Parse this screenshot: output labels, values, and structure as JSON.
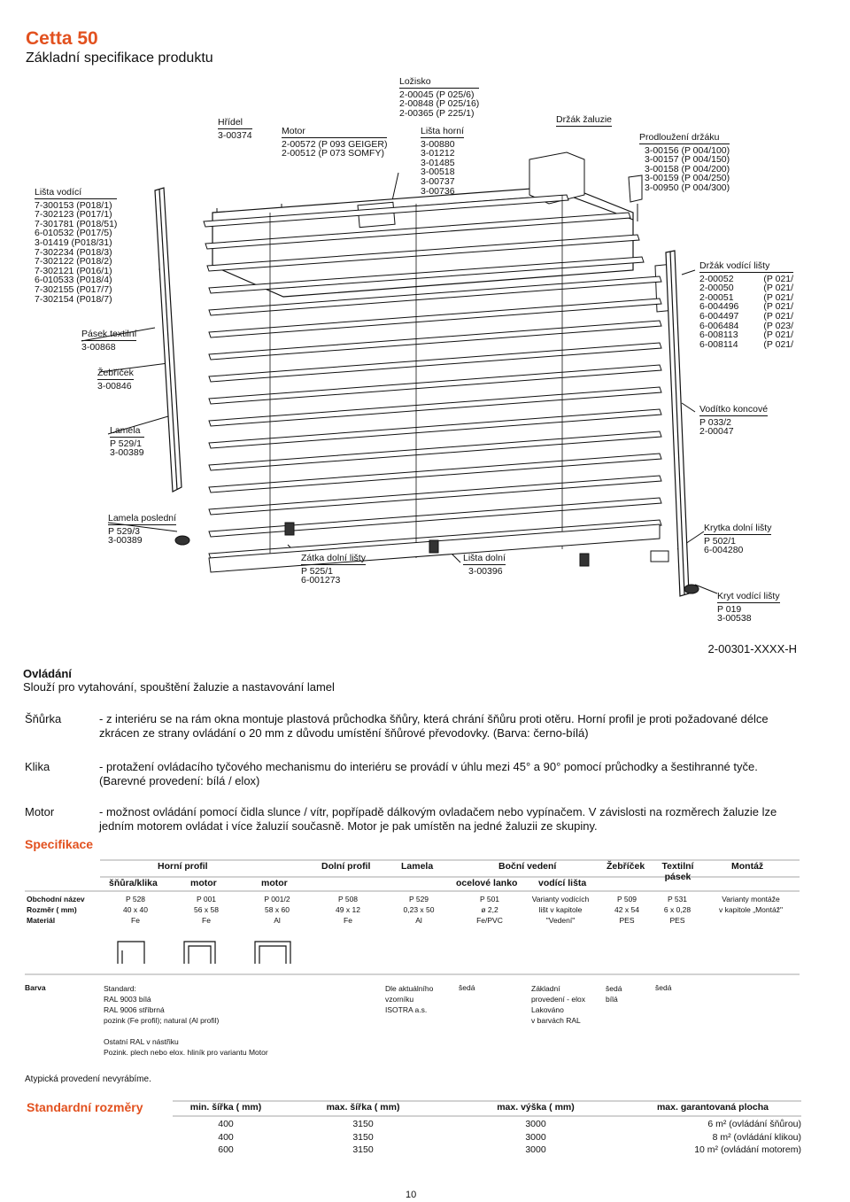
{
  "header": {
    "title": "Cetta 50",
    "subtitle": "Základní specifikace produktu"
  },
  "diagram": {
    "lozisko": {
      "title": "Ložisko",
      "codes": [
        "2-00045 (P 025/6)",
        "2-00848 (P 025/16)",
        "2-00365 (P 225/1)"
      ]
    },
    "lista_horni": {
      "title": "Lišta horní",
      "codes": [
        "3-00880",
        "3-01212",
        "3-01485",
        "3-00518",
        "3-00737",
        "3-00736"
      ]
    },
    "hridel": {
      "title": "Hřídel",
      "codes": [
        "3-00374"
      ]
    },
    "motor": {
      "title": "Motor",
      "codes": [
        "2-00572 (P 093 GEIGER)",
        "2-00512 (P 073 SOMFY)"
      ]
    },
    "drzak_zaluzie": {
      "title": "Držák žaluzie",
      "codes": []
    },
    "prodlouzeni": {
      "title": "Prodloužení držáku",
      "codes": [
        "3-00156 (P 004/100)",
        "3-00157 (P 004/150)",
        "3-00158 (P 004/200)",
        "3-00159 (P 004/250)",
        "3-00950 (P 004/300)"
      ]
    },
    "lista_vodici": {
      "title": "Lišta vodící",
      "codes": [
        "7-300153 (P018/1)",
        "7-302123 (P017/1)",
        "7-301781 (P018/51)",
        "6-010532 (P017/5)",
        "3-01419 (P018/31)",
        "7-302234 (P018/3)",
        "7-302122 (P018/2)",
        "7-302121 (P016/1)",
        "6-010533 (P018/4)",
        "7-302155 (P017/7)",
        "7-302154 (P018/7)"
      ]
    },
    "pasek": {
      "title": "Pásek textilní",
      "codes": [
        "3-00868"
      ]
    },
    "zebricek": {
      "title": "Žebříček",
      "codes": [
        "3-00846"
      ]
    },
    "lamela": {
      "title": "Lamela",
      "codes": [
        "P 529/1",
        "3-00389"
      ]
    },
    "drzak_vodici": {
      "title": "Držák vodící lišty",
      "codes": [
        "2-00052",
        "2-00050",
        "2-00051",
        "6-004496",
        "6-004497",
        "6-006484",
        "6-008113",
        "6-008114"
      ],
      "refs": [
        "(P 021/",
        "(P 021/",
        "(P 021/",
        "(P 021/",
        "(P 021/",
        "(P 023/",
        "(P 021/",
        "(P 021/"
      ]
    },
    "voditko": {
      "title": "Vodítko koncové",
      "codes": [
        "P 033/2",
        "2-00047"
      ]
    },
    "lamela_posledni": {
      "title": "Lamela poslední",
      "codes": [
        "P 529/3",
        "3-00389"
      ]
    },
    "zatka": {
      "title": "Zátka dolní lišty",
      "codes": [
        "P 525/1",
        "6-001273"
      ]
    },
    "lista_dolni": {
      "title": "Lišta dolní",
      "codes": [
        "3-00396"
      ]
    },
    "krytka": {
      "title": "Krytka dolní lišty",
      "codes": [
        "P 502/1",
        "6-004280"
      ]
    },
    "kryt_vodici": {
      "title": "Kryt vodící lišty",
      "codes": [
        "P 019",
        "3-00538"
      ]
    },
    "assembly_code": "2-00301-XXXX-H"
  },
  "ovladani": {
    "title": "Ovládání",
    "subtitle": "Slouží pro vytahování, spouštění žaluzie a nastavování lamel",
    "items": [
      {
        "label": "Šňůrka",
        "text": "- z interiéru se na rám okna montuje plastová průchodka šňůry, která chrání šňůru proti otěru. Horní profil je proti požadované délce zkrácen ze strany ovládání o 20 mm z důvodu umístění šňůrové převodovky. (Barva: černo-bílá)"
      },
      {
        "label": "Klika",
        "text": "- protažení ovládacího tyčového mechanismu do interiéru se provádí v úhlu mezi 45° a 90° pomocí průchodky a šestihranné tyče. (Barevné provedení: bílá / elox)"
      },
      {
        "label": "Motor",
        "text": "- možnost ovládání pomocí čidla slunce / vítr, popřípadě dálkovým ovladačem nebo vypínačem. V závislosti na rozměrech žaluzie lze jedním motorem ovládat i více žaluzií současně. Motor je pak umístěn na jedné žaluzii ze skupiny."
      }
    ]
  },
  "specifikace": {
    "title": "Specifikace",
    "group_headers": [
      "Horní profil",
      "Dolní profil",
      "Lamela",
      "Boční vedení",
      "Žebříček",
      "Textilní pásek",
      "Montáž"
    ],
    "sub_headers": [
      "šňůra/klika",
      "motor",
      "motor",
      "ocelové lanko",
      "vodící lišta"
    ],
    "row_labels": [
      "Obchodní název",
      "Rozměr ( mm)",
      "Materiál"
    ],
    "columns": [
      [
        "P 528",
        "40 x 40",
        "Fe"
      ],
      [
        "P 001",
        "56 x 58",
        "Fe"
      ],
      [
        "P 001/2",
        "58 x 60",
        "Al"
      ],
      [
        "P 508",
        "49 x 12",
        "Fe"
      ],
      [
        "P 529",
        "0,23 x 50",
        "Al"
      ],
      [
        "P 501",
        "ø 2,2",
        "Fe/PVC"
      ],
      [
        "Varianty vodících",
        "lišt v kapitole",
        "\"Vedení\""
      ],
      [
        "P 509",
        "42 x 54",
        "PES"
      ],
      [
        "P 531",
        "6 x 0,28",
        "PES"
      ],
      [
        "Varianty montáže",
        "v kapitole „Montáž\"",
        ""
      ]
    ],
    "barva_label": "Barva",
    "barva_standard": [
      "Standard:",
      "RAL 9003 bílá",
      "RAL 9006 stříbrná",
      "pozink (Fe profil); natural (Al profil)"
    ],
    "barva_other": [
      "Ostatní RAL v nástřiku",
      "Pozink. plech nebo elox. hliník pro variantu Motor"
    ],
    "barva_lamela": [
      "Dle aktuálního",
      "vzorníku",
      "ISOTRA a.s."
    ],
    "barva_lanko": "šedá",
    "barva_lista": [
      "Základní",
      "provedení - elox",
      "Lakováno",
      "v barvách RAL"
    ],
    "barva_zebricek": [
      "šedá",
      "bílá"
    ],
    "barva_pasek": "šedá",
    "note": "Atypická provedení nevyrábíme."
  },
  "rozmery": {
    "title": "Standardní rozměry",
    "headers": [
      "min. šířka ( mm)",
      "max. šířka ( mm)",
      "max. výška ( mm)",
      "max. garantovaná plocha"
    ],
    "rows": [
      [
        "400",
        "3150",
        "3000",
        "6 m² (ovládání šňůrou)"
      ],
      [
        "400",
        "3150",
        "3000",
        "8 m² (ovládání klikou)"
      ],
      [
        "600",
        "3150",
        "3000",
        "10 m² (ovládání motorem)"
      ]
    ]
  },
  "page_number": "10"
}
